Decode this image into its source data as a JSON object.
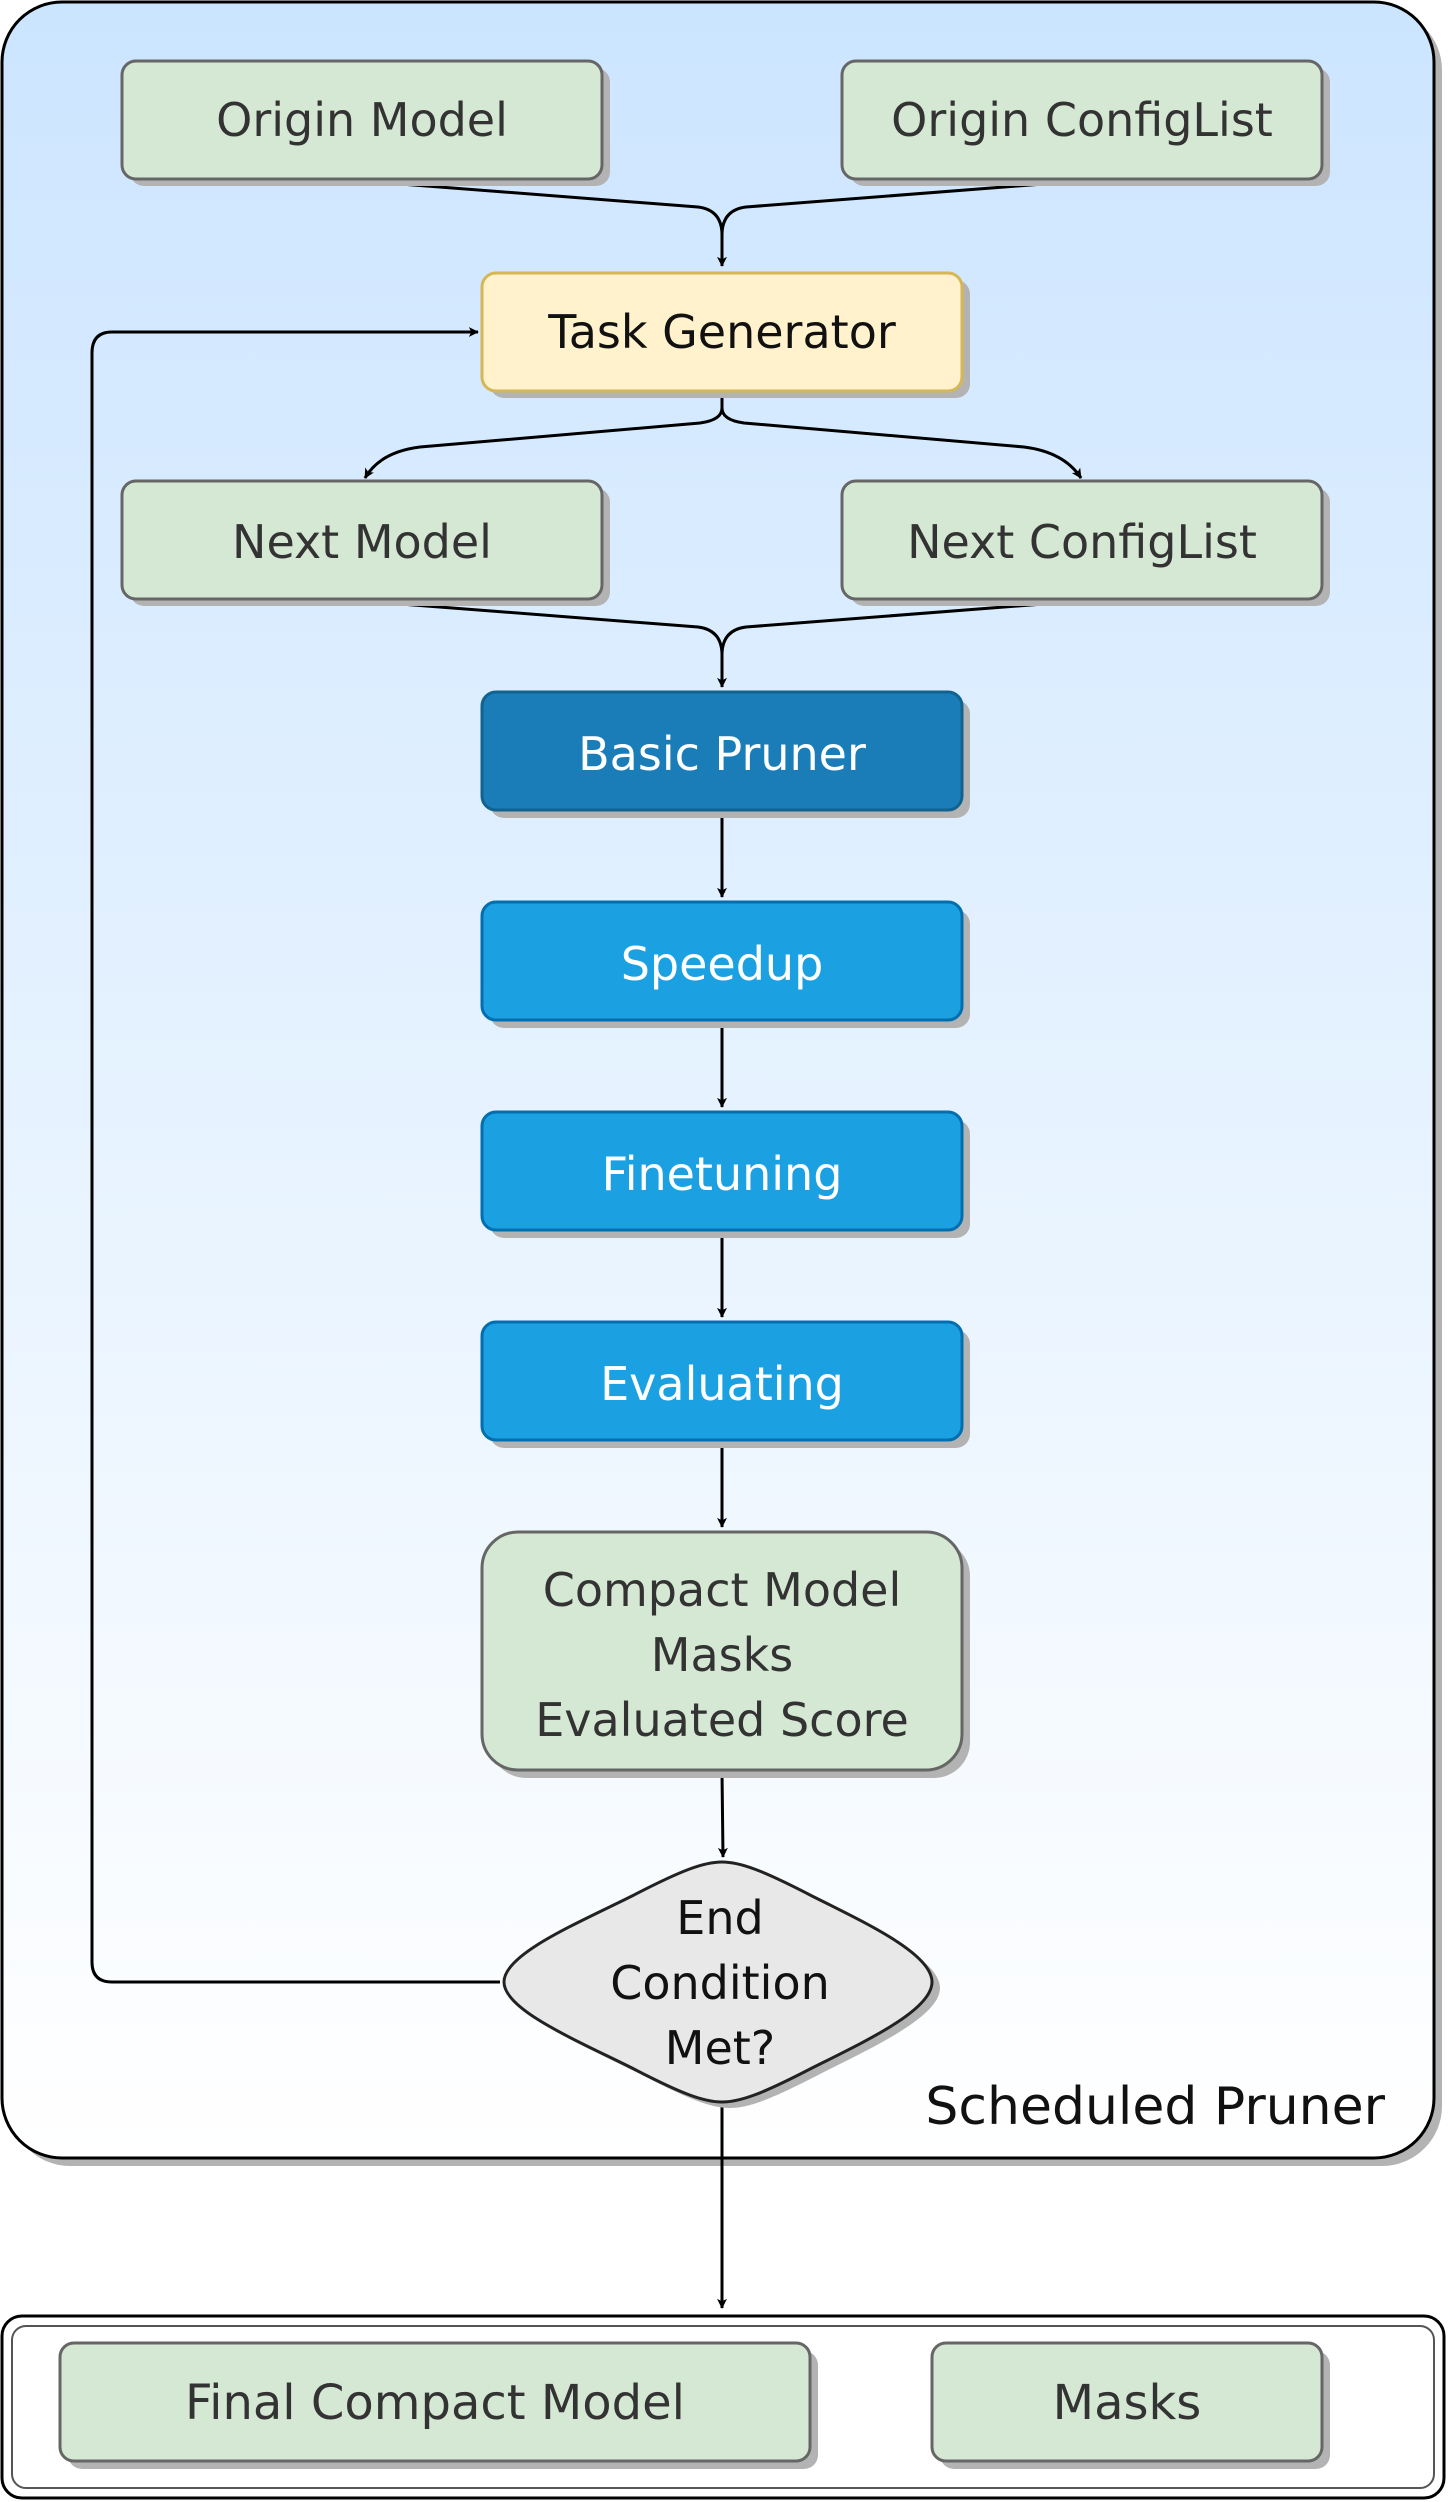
{
  "diagram": {
    "container_label": "Scheduled Pruner",
    "nodes": {
      "origin_model": "Origin Model",
      "origin_configlist": "Origin ConfigList",
      "task_generator": "Task Generator",
      "next_model": "Next Model",
      "next_configlist": "Next ConfigList",
      "basic_pruner": "Basic Pruner",
      "speedup": "Speedup",
      "finetuning": "Finetuning",
      "evaluating": "Evaluating",
      "compact_line1": "Compact Model",
      "compact_line2": "Masks",
      "compact_line3": "Evaluated Score",
      "end_line1": "End",
      "end_line2": "Condition",
      "end_line3": "Met?",
      "final_compact_model": "Final Compact Model",
      "masks": "Masks"
    },
    "colors": {
      "green_box": "#d5e8d4",
      "yellow_box": "#fff2cc",
      "dark_blue_box": "#1b7db8",
      "blue_box": "#1ba1e2",
      "diamond": "#e8e8e8",
      "container_top": "#cce5ff",
      "container_bottom": "#ffffff"
    }
  }
}
